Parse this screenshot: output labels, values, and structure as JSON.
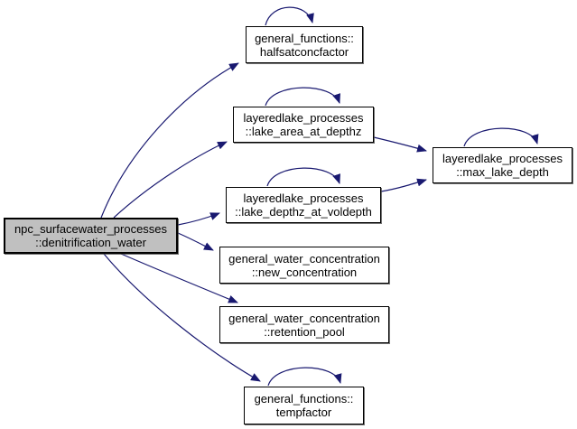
{
  "graph": {
    "type": "call-graph",
    "edge_color": "#191970",
    "node_fill": "#ffffff",
    "node_border_color": "#000000",
    "highlighted_node_fill": "#c0c0c0",
    "nodes": [
      {
        "id": "denitrification_water",
        "line1": "npc_surfacewater_processes",
        "line2": "::denitrification_water",
        "highlighted": true,
        "self_loop": false
      },
      {
        "id": "halfsatconcfactor",
        "line1": "general_functions::",
        "line2": "halfsatconcfactor",
        "highlighted": false,
        "self_loop": true
      },
      {
        "id": "lake_area_at_depthz",
        "line1": "layeredlake_processes",
        "line2": "::lake_area_at_depthz",
        "highlighted": false,
        "self_loop": true
      },
      {
        "id": "lake_depthz_at_voldepth",
        "line1": "layeredlake_processes",
        "line2": "::lake_depthz_at_voldepth",
        "highlighted": false,
        "self_loop": true
      },
      {
        "id": "new_concentration",
        "line1": "general_water_concentration",
        "line2": "::new_concentration",
        "highlighted": false,
        "self_loop": false
      },
      {
        "id": "retention_pool",
        "line1": "general_water_concentration",
        "line2": "::retention_pool",
        "highlighted": false,
        "self_loop": false
      },
      {
        "id": "tempfactor",
        "line1": "general_functions::",
        "line2": "tempfactor",
        "highlighted": false,
        "self_loop": true
      },
      {
        "id": "max_lake_depth",
        "line1": "layeredlake_processes",
        "line2": "::max_lake_depth",
        "highlighted": false,
        "self_loop": true
      }
    ],
    "edges": [
      {
        "from": "denitrification_water",
        "to": "halfsatconcfactor"
      },
      {
        "from": "denitrification_water",
        "to": "lake_area_at_depthz"
      },
      {
        "from": "denitrification_water",
        "to": "lake_depthz_at_voldepth"
      },
      {
        "from": "denitrification_water",
        "to": "new_concentration"
      },
      {
        "from": "denitrification_water",
        "to": "retention_pool"
      },
      {
        "from": "denitrification_water",
        "to": "tempfactor"
      },
      {
        "from": "lake_area_at_depthz",
        "to": "max_lake_depth"
      },
      {
        "from": "lake_depthz_at_voldepth",
        "to": "max_lake_depth"
      },
      {
        "from": "halfsatconcfactor",
        "to": "halfsatconcfactor"
      },
      {
        "from": "lake_area_at_depthz",
        "to": "lake_area_at_depthz"
      },
      {
        "from": "lake_depthz_at_voldepth",
        "to": "lake_depthz_at_voldepth"
      },
      {
        "from": "tempfactor",
        "to": "tempfactor"
      },
      {
        "from": "max_lake_depth",
        "to": "max_lake_depth"
      }
    ]
  }
}
